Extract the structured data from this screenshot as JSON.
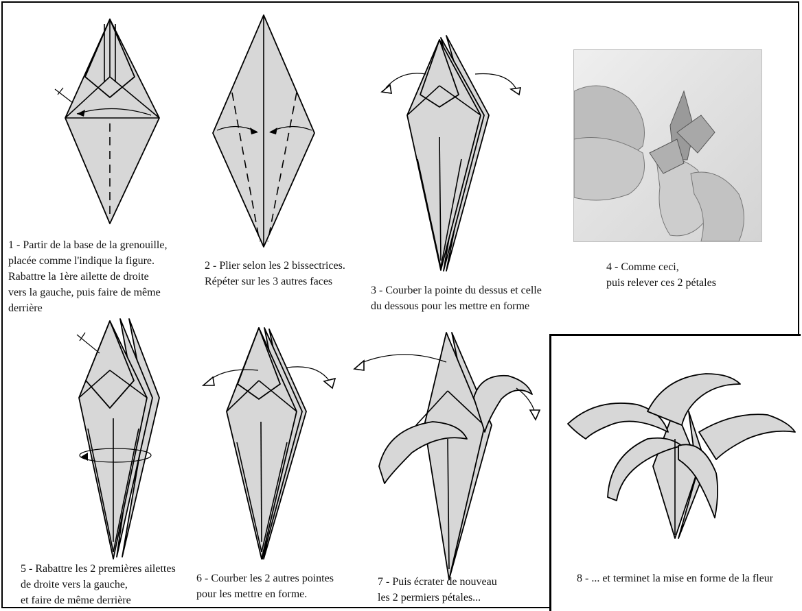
{
  "steps": [
    {
      "caption": "1 - Partir de la base de la grenouille,\nplacée comme l'indique la figure.\nRabattre la 1ère ailette de droite\nvers la gauche, puis faire de même\nderrière"
    },
    {
      "caption": "2 - Plier selon les 2 bissectrices.\nRépéter sur les 3 autres faces"
    },
    {
      "caption": "3 - Courber la pointe du dessus et celle\ndu dessous pour les mettre en forme"
    },
    {
      "caption": "4 - Comme ceci,\npuis relever ces 2 pétales"
    },
    {
      "caption": "5 - Rabattre les 2 premières ailettes\nde droite  vers la gauche,\net faire de même derrière"
    },
    {
      "caption": "6 - Courber les 2 autres pointes\npour les mettre en forme."
    },
    {
      "caption": "7 - Puis écrater de nouveau\nles 2 permiers pétales..."
    },
    {
      "caption": "8 - ... et terminet la mise en forme de la fleur"
    }
  ]
}
